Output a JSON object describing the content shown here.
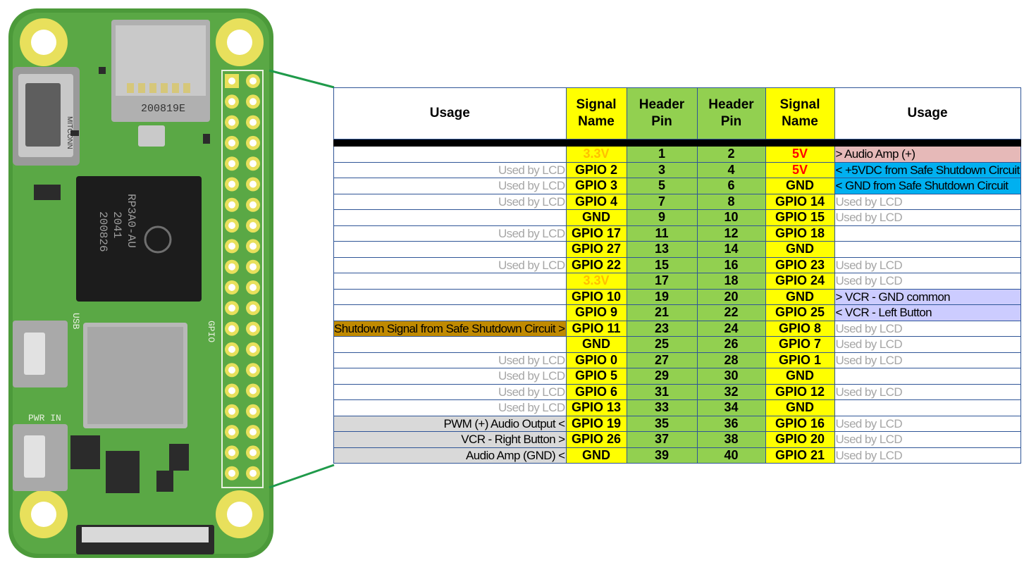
{
  "board": {
    "hdmi_label": "MITCONN",
    "sd_code": "200819E",
    "chip_lines": [
      "RP3A0-AU",
      "2041",
      "200826"
    ],
    "usb_label": "USB",
    "pwr_label": "PWR IN",
    "gpio_label": "GPIO"
  },
  "headers": {
    "usage_left": "Usage",
    "signal_left": [
      "Signal",
      "Name"
    ],
    "pin_left": [
      "Header",
      "Pin"
    ],
    "pin_right": [
      "Header",
      "Pin"
    ],
    "signal_right": [
      "Signal",
      "Name"
    ],
    "usage_right": "Usage"
  },
  "colors": {
    "signal_yellow": "#ffff00",
    "pin_green": "#92d050",
    "border_blue": "#2f5597",
    "audio_pink": "#e6b9b8",
    "shutdown_blue": "#00b0f0",
    "vcr_purple": "#ccccff",
    "shutdown_brown": "#c08a00",
    "left_gray": "#d9d9d9",
    "faint_text": "#a6a6a6",
    "orange_3v3": "#ffc000",
    "red_5v": "#ff0000"
  },
  "rows": [
    {
      "lu": "",
      "lus": "",
      "ls": "3.3V",
      "lss": "orange",
      "lp": "1",
      "rp": "2",
      "rs": "5V",
      "rss": "red",
      "ru": "> Audio Amp (+)",
      "rus": "pink"
    },
    {
      "lu": "Used by LCD",
      "lus": "faint",
      "ls": "GPIO 2",
      "lss": "",
      "lp": "3",
      "rp": "4",
      "rs": "5V",
      "rss": "red",
      "ru": "< +5VDC from Safe Shutdown Circuit",
      "rus": "blue"
    },
    {
      "lu": "Used by LCD",
      "lus": "faint",
      "ls": "GPIO 3",
      "lss": "",
      "lp": "5",
      "rp": "6",
      "rs": "GND",
      "rss": "",
      "ru": "< GND from Safe Shutdown Circuit",
      "rus": "blue"
    },
    {
      "lu": "Used by LCD",
      "lus": "faint",
      "ls": "GPIO 4",
      "lss": "",
      "lp": "7",
      "rp": "8",
      "rs": "GPIO 14",
      "rss": "",
      "ru": "Used by LCD",
      "rus": "faint"
    },
    {
      "lu": "",
      "lus": "",
      "ls": "GND",
      "lss": "",
      "lp": "9",
      "rp": "10",
      "rs": "GPIO 15",
      "rss": "",
      "ru": "Used by LCD",
      "rus": "faint"
    },
    {
      "lu": "Used by LCD",
      "lus": "faint",
      "ls": "GPIO 17",
      "lss": "",
      "lp": "11",
      "rp": "12",
      "rs": "GPIO 18",
      "rss": "",
      "ru": "",
      "rus": ""
    },
    {
      "lu": "",
      "lus": "",
      "ls": "GPIO 27",
      "lss": "",
      "lp": "13",
      "rp": "14",
      "rs": "GND",
      "rss": "",
      "ru": "",
      "rus": ""
    },
    {
      "lu": "Used by LCD",
      "lus": "faint",
      "ls": "GPIO 22",
      "lss": "",
      "lp": "15",
      "rp": "16",
      "rs": "GPIO 23",
      "rss": "",
      "ru": "Used by LCD",
      "rus": "faint"
    },
    {
      "lu": "",
      "lus": "",
      "ls": "3.3V",
      "lss": "orange",
      "lp": "17",
      "rp": "18",
      "rs": "GPIO 24",
      "rss": "",
      "ru": "Used by LCD",
      "rus": "faint"
    },
    {
      "lu": "",
      "lus": "",
      "ls": "GPIO 10",
      "lss": "",
      "lp": "19",
      "rp": "20",
      "rs": "GND",
      "rss": "",
      "ru": "> VCR - GND common",
      "rus": "purple"
    },
    {
      "lu": "",
      "lus": "",
      "ls": "GPIO 9",
      "lss": "",
      "lp": "21",
      "rp": "22",
      "rs": "GPIO 25",
      "rss": "",
      "ru": "< VCR - Left Button",
      "rus": "purple"
    },
    {
      "lu": "Shutdown Signal from Safe Shutdown Circuit >",
      "lus": "brown",
      "ls": "GPIO 11",
      "lss": "",
      "lp": "23",
      "rp": "24",
      "rs": "GPIO 8",
      "rss": "",
      "ru": "Used by LCD",
      "rus": "faint"
    },
    {
      "lu": "",
      "lus": "",
      "ls": "GND",
      "lss": "",
      "lp": "25",
      "rp": "26",
      "rs": "GPIO 7",
      "rss": "",
      "ru": "Used by LCD",
      "rus": "faint"
    },
    {
      "lu": "Used by LCD",
      "lus": "faint",
      "ls": "GPIO 0",
      "lss": "",
      "lp": "27",
      "rp": "28",
      "rs": "GPIO 1",
      "rss": "",
      "ru": "Used by LCD",
      "rus": "faint"
    },
    {
      "lu": "Used by LCD",
      "lus": "faint",
      "ls": "GPIO 5",
      "lss": "",
      "lp": "29",
      "rp": "30",
      "rs": "GND",
      "rss": "",
      "ru": "",
      "rus": ""
    },
    {
      "lu": "Used by LCD",
      "lus": "faint",
      "ls": "GPIO 6",
      "lss": "",
      "lp": "31",
      "rp": "32",
      "rs": "GPIO 12",
      "rss": "",
      "ru": "Used by LCD",
      "rus": "faint"
    },
    {
      "lu": "Used by LCD",
      "lus": "faint",
      "ls": "GPIO 13",
      "lss": "",
      "lp": "33",
      "rp": "34",
      "rs": "GND",
      "rss": "",
      "ru": "",
      "rus": ""
    },
    {
      "lu": "PWM (+) Audio Output <",
      "lus": "gray",
      "ls": "GPIO 19",
      "lss": "",
      "lp": "35",
      "rp": "36",
      "rs": "GPIO 16",
      "rss": "",
      "ru": "Used by LCD",
      "rus": "faint"
    },
    {
      "lu": "VCR - Right Button >",
      "lus": "gray",
      "ls": "GPIO 26",
      "lss": "",
      "lp": "37",
      "rp": "38",
      "rs": "GPIO 20",
      "rss": "",
      "ru": "Used by LCD",
      "rus": "faint"
    },
    {
      "lu": "Audio Amp (GND) <",
      "lus": "gray",
      "ls": "GND",
      "lss": "",
      "lp": "39",
      "rp": "40",
      "rs": "GPIO 21",
      "rss": "",
      "ru": "Used by LCD",
      "rus": "faint"
    }
  ]
}
